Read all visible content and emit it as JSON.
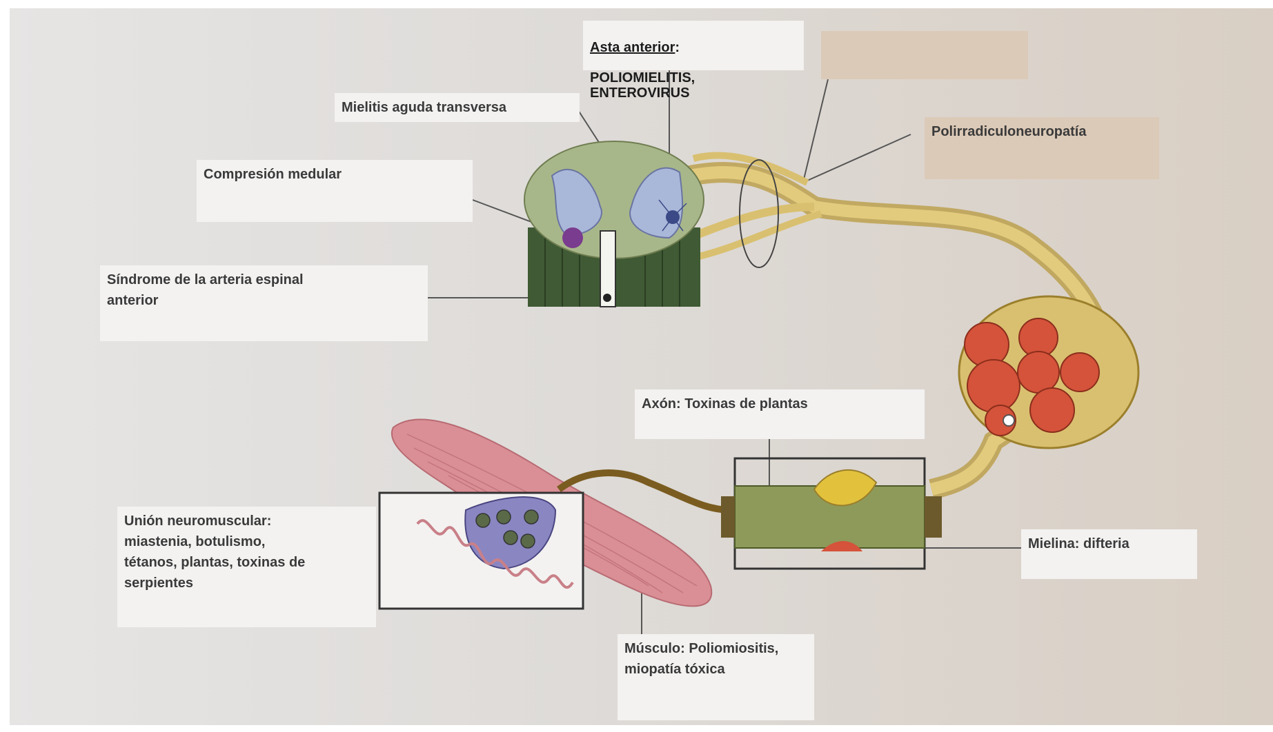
{
  "labels": {
    "asta_anterior": {
      "head": "Asta anterior",
      "colon": ":",
      "body": "POLIOMIELITIS,\nENTEROVIRUS"
    },
    "mielitis": "Mielitis aguda transversa",
    "compresion": "Compresión medular",
    "sindrome": "Síndrome de la arteria espinal\nanterior",
    "polirradiculo": "Polirradiculoneuropatía",
    "axon": "Axón: Toxinas de plantas",
    "mielina": "Mielina: difteria",
    "union": "Unión neuromuscular:\nmiastenia, botulismo,\ntétanos, plantas, toxinas de\nserpientes",
    "musculo": "Músculo: Poliomiositis,\nmiopatía tóxica"
  },
  "colors": {
    "gray_matter": "#a9b7d9",
    "white_matter": "#a8b78a",
    "root_column": "#3f5a34",
    "nerve": "#d9c070",
    "fascicle": "#d4533a",
    "muscle": "#d98f95",
    "myelin_box_fill": "#8d9a5a",
    "terminal": "#8a86c2"
  },
  "icons": {
    "spinal_cord": "spinal-cord-cross-section",
    "nerve_bundle": "nerve-cross-section",
    "neuromuscular_junction": "neuromuscular-junction",
    "myelinated_axon": "node-of-ranvier"
  }
}
